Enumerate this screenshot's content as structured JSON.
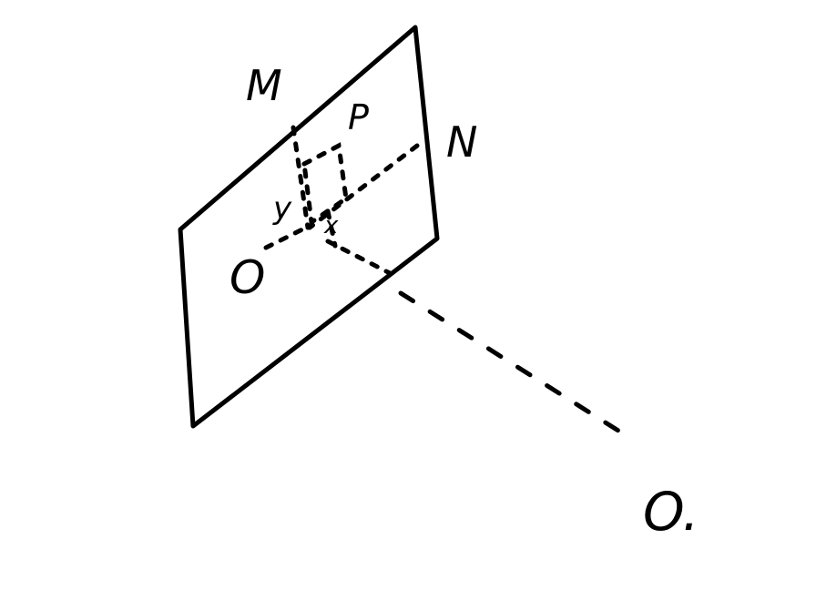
{
  "labels": {
    "M": "M",
    "N": "N",
    "P": "P",
    "y": "y",
    "x": "x",
    "O": "O",
    "O_prime": "O."
  }
}
